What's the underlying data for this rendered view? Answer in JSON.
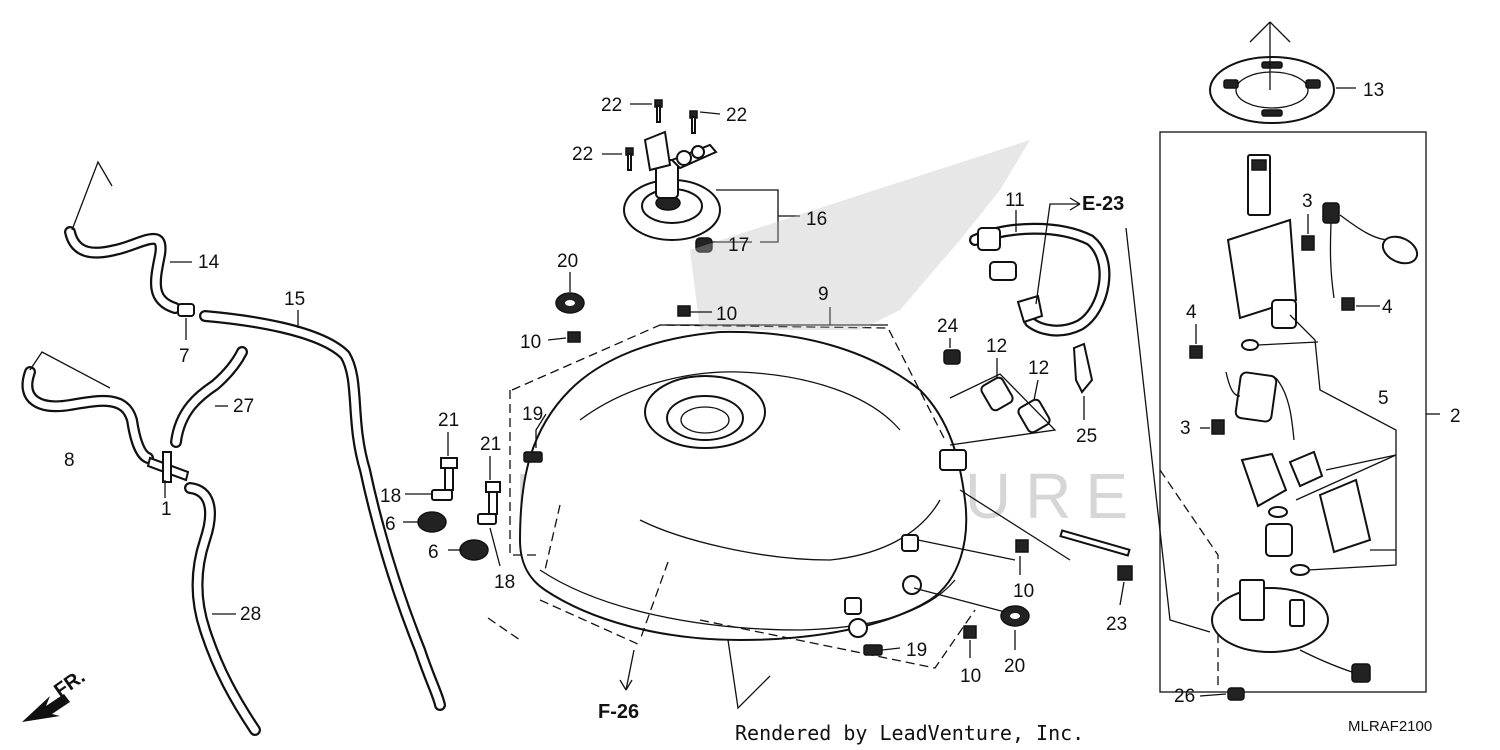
{
  "callouts": {
    "c1": "1",
    "c2": "2",
    "c3a": "3",
    "c3b": "3",
    "c4a": "4",
    "c4b": "4",
    "c5": "5",
    "c6a": "6",
    "c6b": "6",
    "c7": "7",
    "c8": "8",
    "c9": "9",
    "c10a": "10",
    "c10b": "10",
    "c10c": "10",
    "c10d": "10",
    "c11": "11",
    "c12a": "12",
    "c12b": "12",
    "c13": "13",
    "c14": "14",
    "c15": "15",
    "c16": "16",
    "c17": "17",
    "c18a": "18",
    "c18b": "18",
    "c19a": "19",
    "c19b": "19",
    "c20a": "20",
    "c20b": "20",
    "c21a": "21",
    "c21b": "21",
    "c22a": "22",
    "c22b": "22",
    "c22c": "22",
    "c23": "23",
    "c24": "24",
    "c25": "25",
    "c26": "26",
    "c27": "27",
    "c28": "28"
  },
  "references": {
    "e23": "E-23",
    "f26": "F-26",
    "fr": "FR."
  },
  "watermark": "LEADVENTURE",
  "credit": "Rendered by LeadVenture, Inc.",
  "diagram_code": "MLRAF2100"
}
